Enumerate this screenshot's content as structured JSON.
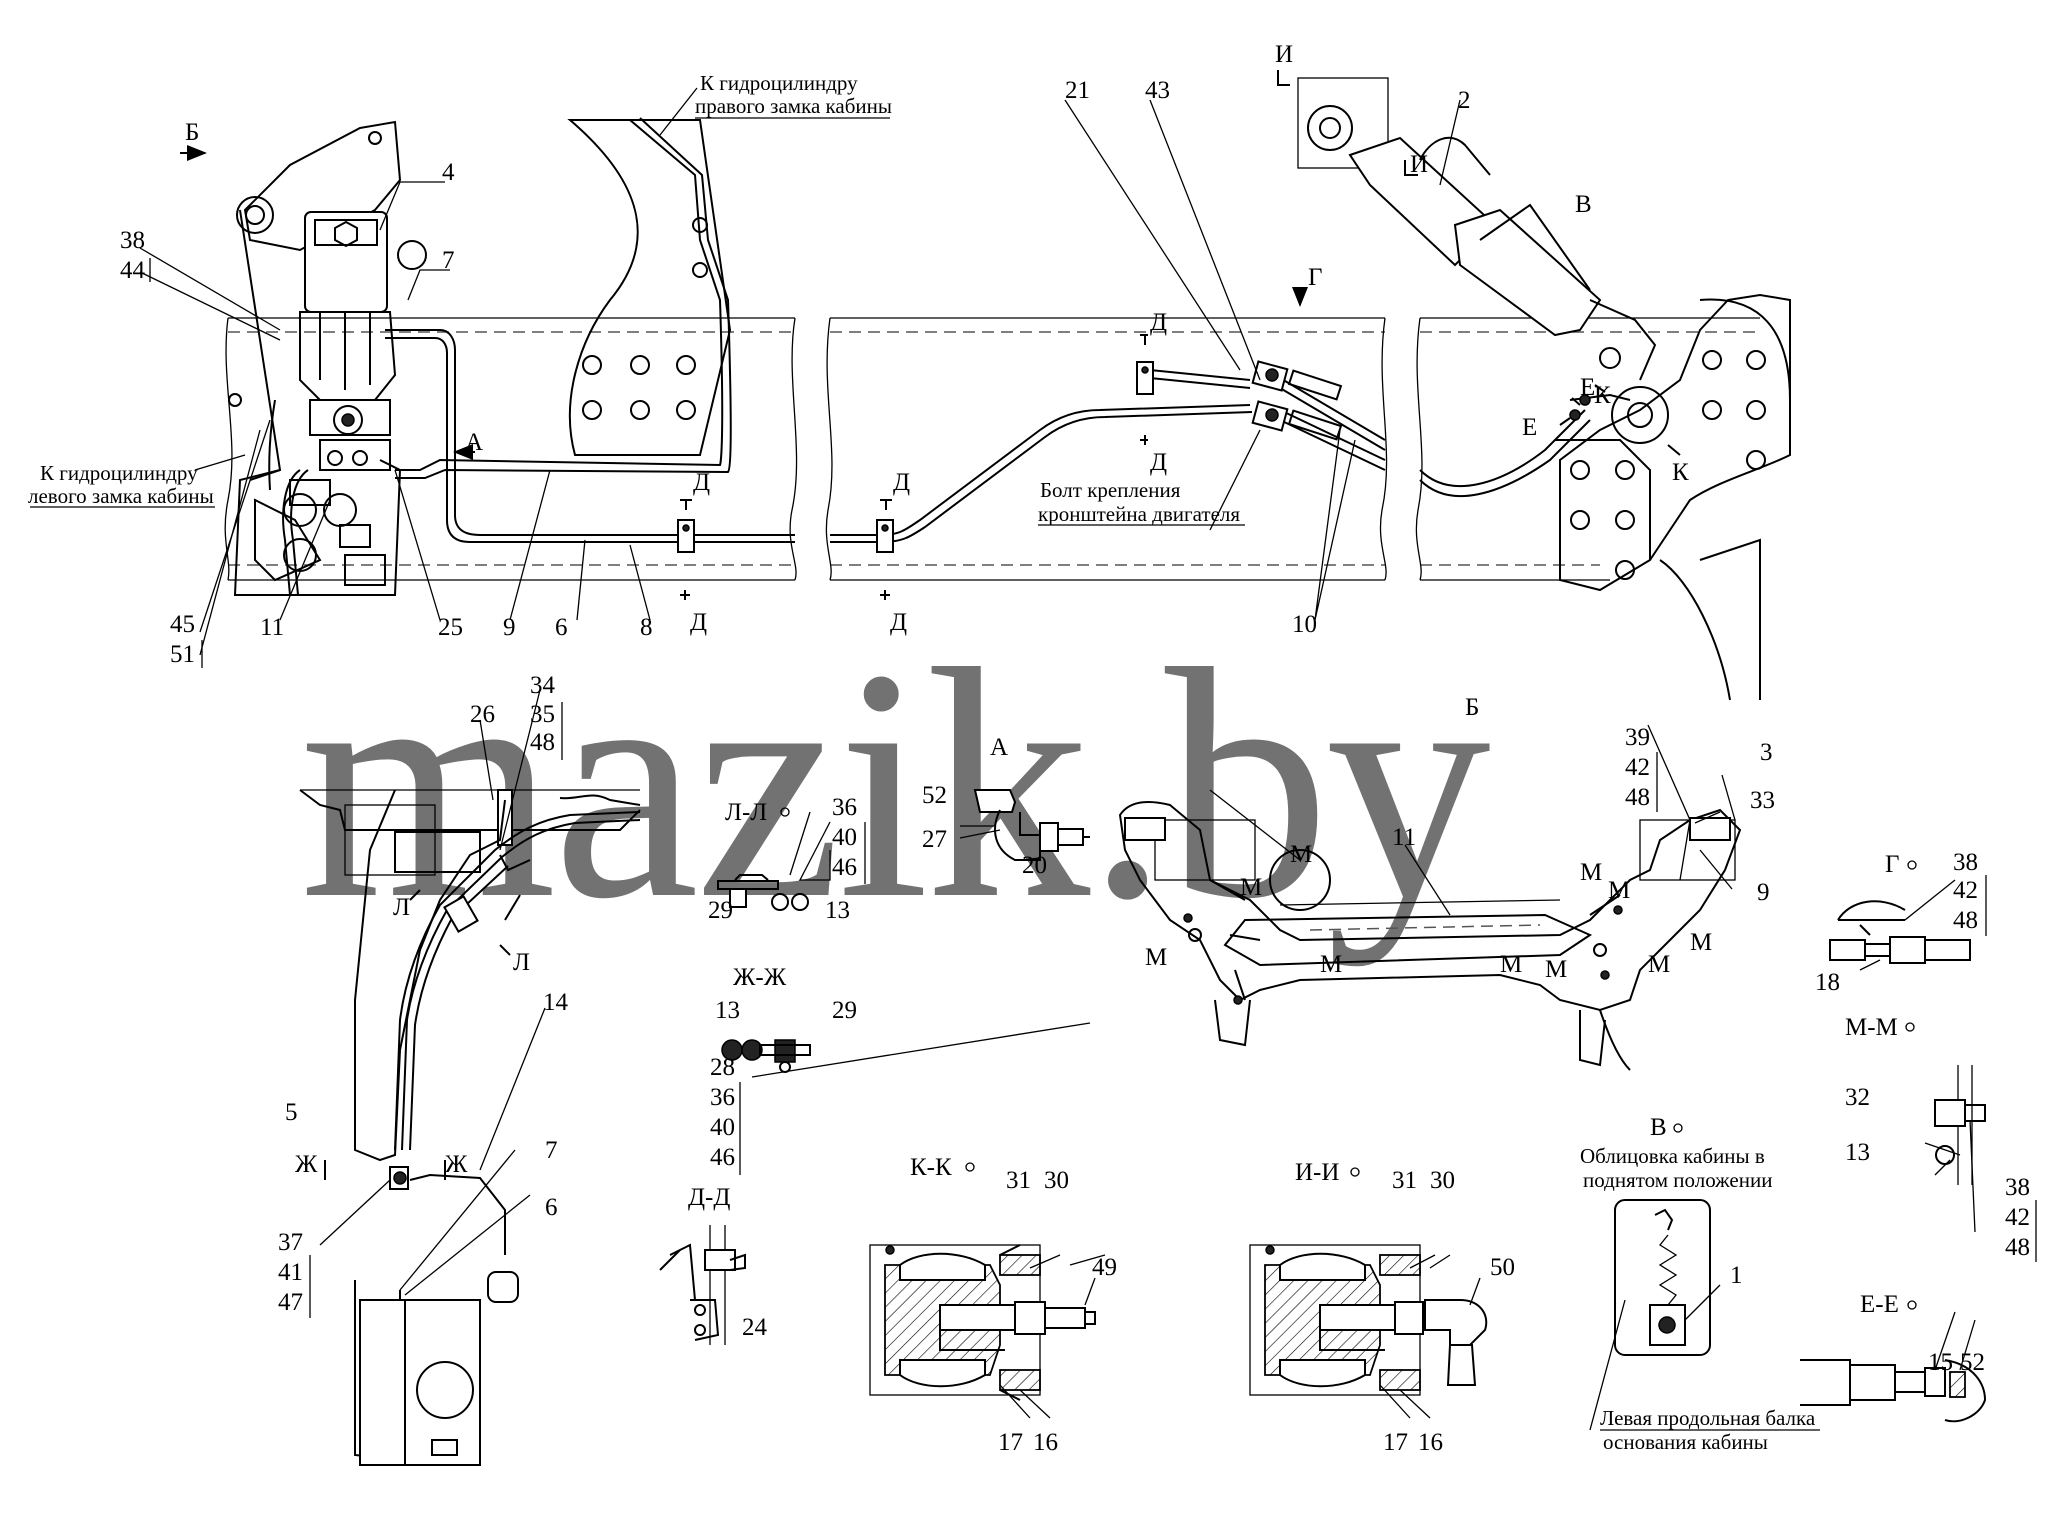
{
  "watermark": "mazik.by",
  "callouts": {
    "n1": "1",
    "n2": "2",
    "n3": "3",
    "n4": "4",
    "n5": "5",
    "n6": "6",
    "n7": "7",
    "n8": "8",
    "n9": "9",
    "n10": "10",
    "n11": "11",
    "n13": "13",
    "n14": "14",
    "n15": "15",
    "n16": "16",
    "n17": "17",
    "n18": "18",
    "n20": "20",
    "n21": "21",
    "n24": "24",
    "n25": "25",
    "n26": "26",
    "n27": "27",
    "n28": "28",
    "n29": "29",
    "n30": "30",
    "n31": "31",
    "n32": "32",
    "n33": "33",
    "n34": "34",
    "n35": "35",
    "n36": "36",
    "n37": "37",
    "n38": "38",
    "n39": "39",
    "n40": "40",
    "n41": "41",
    "n42": "42",
    "n43": "43",
    "n44": "44",
    "n45": "45",
    "n46": "46",
    "n47": "47",
    "n48": "48",
    "n49": "49",
    "n50": "50",
    "n51": "51",
    "n52": "52"
  },
  "section_letters": {
    "A": "А",
    "B": "Б",
    "V": "В",
    "G": "Г",
    "D": "Д",
    "E": "Е",
    "Zh": "Ж",
    "I": "И",
    "K": "К",
    "L": "Л",
    "M": "М"
  },
  "section_titles": {
    "ll": "Л-Л",
    "zhzh": "Ж-Ж",
    "dd": "Д-Д",
    "kk": "К-К",
    "ii": "И-И",
    "mm": "М-М",
    "ee": "Е-Е",
    "a": "А",
    "b": "Б",
    "v": "В",
    "g": "Г"
  },
  "captions": {
    "right_lock_1": "К гидроцилиндру",
    "right_lock_2": "правого замка кабины",
    "left_lock_1": "К гидроцилиндру",
    "left_lock_2": "левого замка кабины",
    "bolt_1": "Болт крепления",
    "bolt_2": "кронштейна двигателя",
    "raised_1": "Облицовка кабины в",
    "raised_2": "поднятом положении",
    "beam_1": "Левая продольная балка",
    "beam_2": "основания кабины"
  }
}
